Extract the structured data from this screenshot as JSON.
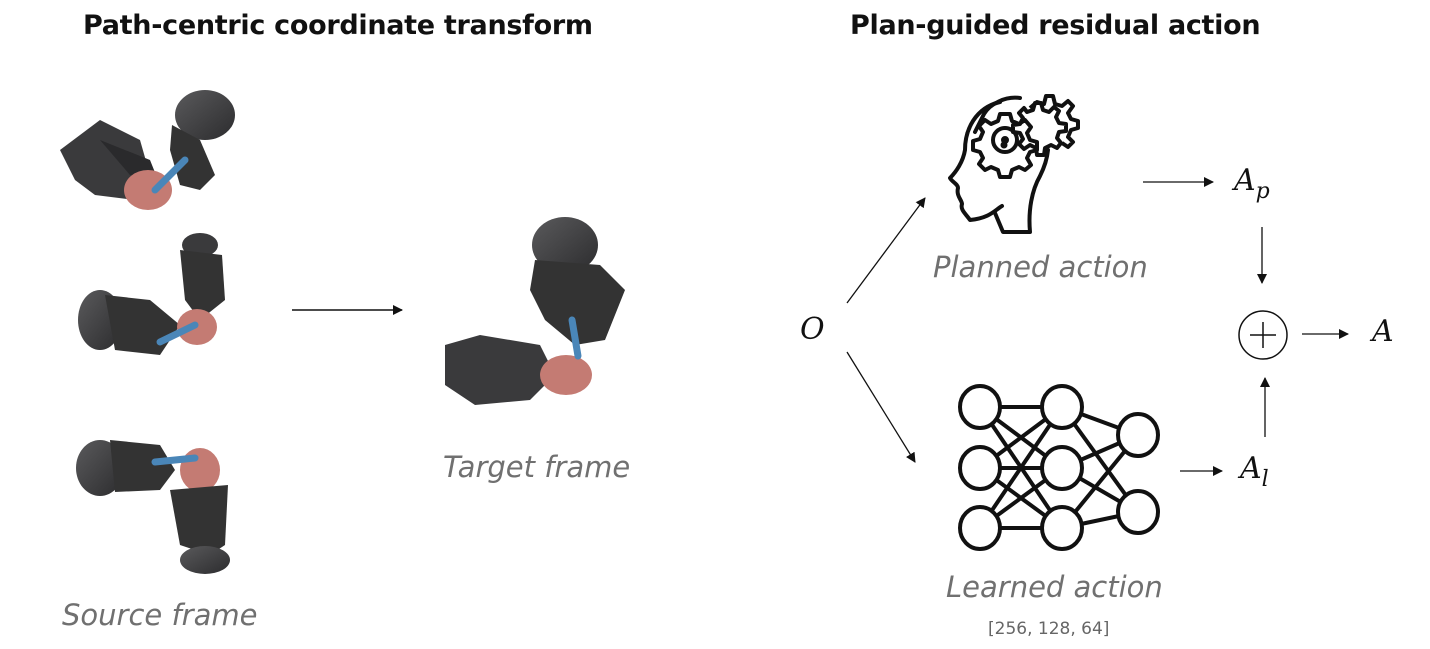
{
  "left_panel": {
    "title": "Path-centric coordinate transform",
    "source_caption": "Source frame",
    "target_caption": "Target frame",
    "source_frames": [
      "gripper-pair-1",
      "gripper-pair-2",
      "gripper-pair-3"
    ],
    "colors": {
      "gripper": "#3a3a3c",
      "disc": "#c47b73",
      "rod": "#4a86b8"
    }
  },
  "right_panel": {
    "title": "Plan-guided residual action",
    "observation": "O",
    "planned_caption": "Planned action",
    "learned_caption": "Learned action",
    "network_dims": "[256, 128, 64]",
    "planned_symbol": {
      "base": "A",
      "sub": "p"
    },
    "learned_symbol": {
      "base": "A",
      "sub": "l"
    },
    "sum_symbol": "+",
    "output_symbol": "A"
  }
}
